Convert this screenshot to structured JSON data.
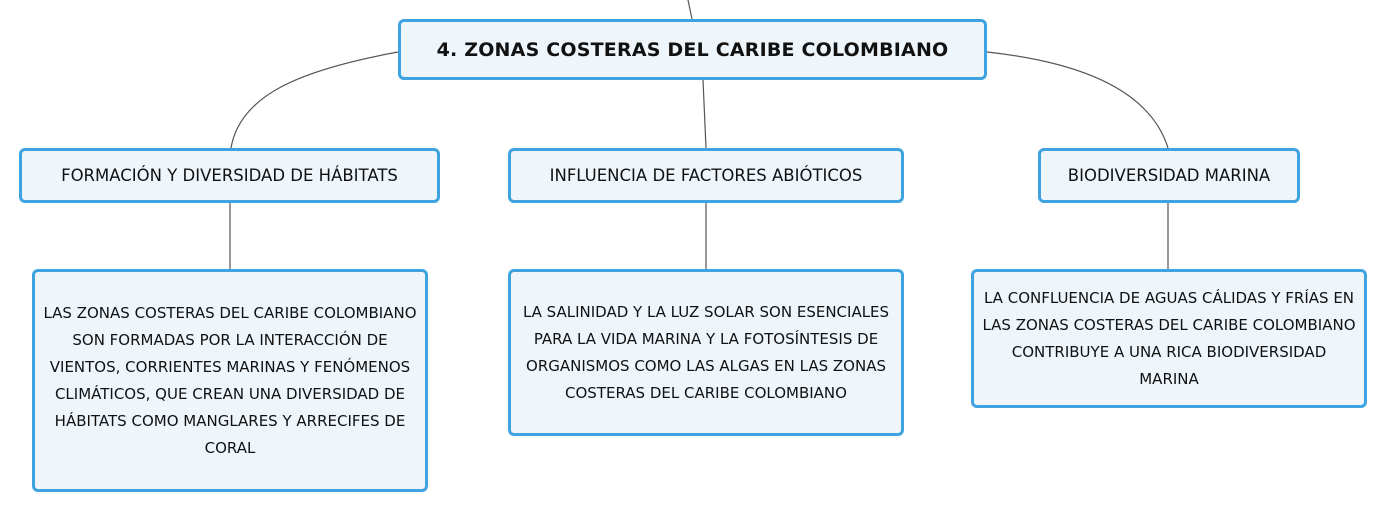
{
  "map": {
    "root": {
      "label": "4. ZONAS COSTERAS DEL CARIBE COLOMBIANO"
    },
    "topics": [
      {
        "label": "FORMACIÓN Y DIVERSIDAD DE HÁBITATS",
        "detail": "LAS ZONAS COSTERAS DEL CARIBE COLOMBIANO SON FORMADAS POR LA INTERACCIÓN DE VIENTOS, CORRIENTES MARINAS Y FENÓMENOS CLIMÁTICOS, QUE CREAN UNA DIVERSIDAD DE HÁBITATS COMO MANGLARES Y ARRECIFES DE CORAL"
      },
      {
        "label": "INFLUENCIA DE FACTORES ABIÓTICOS",
        "detail": "LA SALINIDAD Y LA LUZ SOLAR SON ESENCIALES PARA LA VIDA MARINA Y LA FOTOSÍNTESIS DE ORGANISMOS COMO LAS ALGAS EN LAS ZONAS COSTERAS DEL CARIBE COLOMBIANO"
      },
      {
        "label": "BIODIVERSIDAD MARINA",
        "detail": "LA CONFLUENCIA DE AGUAS CÁLIDAS Y FRÍAS EN LAS ZONAS COSTERAS DEL CARIBE COLOMBIANO CONTRIBUYE A UNA RICA BIODIVERSIDAD MARINA"
      }
    ]
  },
  "colors": {
    "node_border": "#3ea3e0",
    "node_fill": "#eef6fc",
    "connector": "#555555",
    "text": "#111111"
  }
}
